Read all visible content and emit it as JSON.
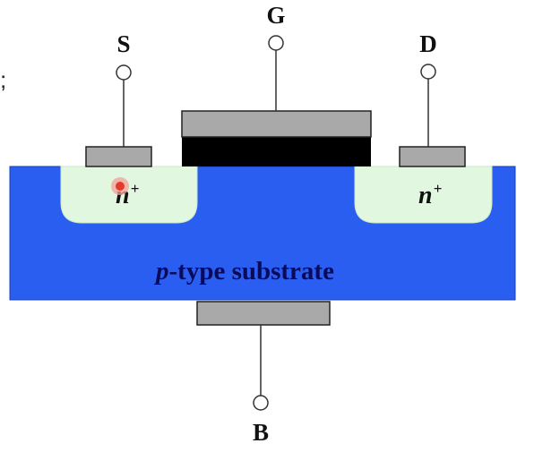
{
  "diagram": {
    "terminals": {
      "source": "S",
      "gate": "G",
      "drain": "D",
      "body": "B"
    },
    "regions": {
      "source_region": {
        "base": "n",
        "sup": "+"
      },
      "drain_region": {
        "base": "n",
        "sup": "+"
      }
    },
    "substrate": {
      "italic_part": "p",
      "rest": "-type substrate"
    },
    "edge_mark": ";"
  },
  "colors": {
    "substrate": "#2a5ef0",
    "n_region": "#e2f7e0",
    "contact": "#a9a9a9",
    "oxide": "#000000",
    "cursor": "#e53a2a"
  }
}
